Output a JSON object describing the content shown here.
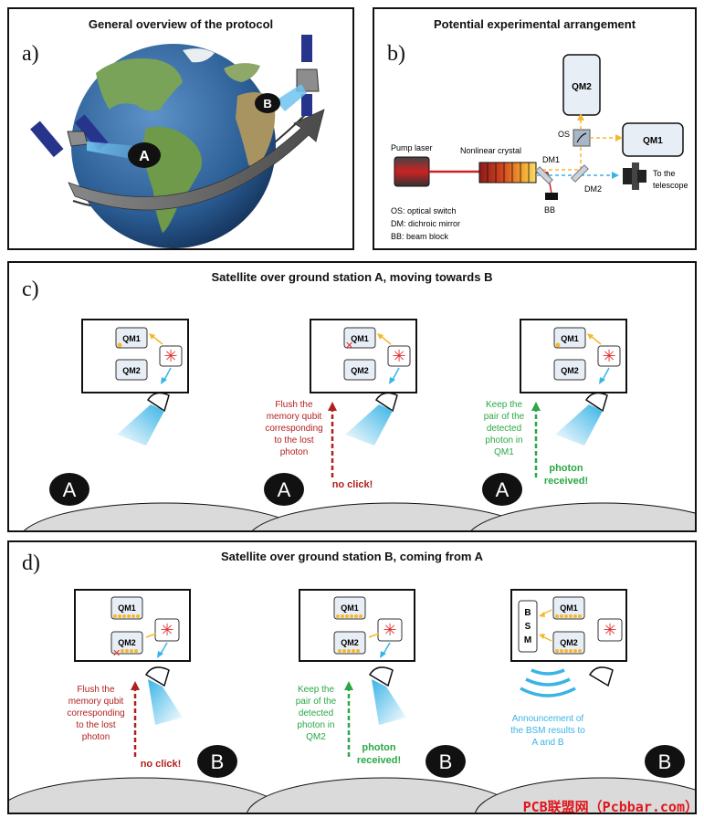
{
  "panel_a": {
    "letter": "a)",
    "title": "General overview of the protocol",
    "station_a": "A",
    "station_b": "B"
  },
  "panel_b": {
    "letter": "b)",
    "title": "Potential experimental arrangement",
    "qm2": "QM2",
    "qm1": "QM1",
    "os": "OS",
    "pump_laser": "Pump laser",
    "crystal": "Nonlinear crystal",
    "dm1": "DM1",
    "dm2": "DM2",
    "bb": "BB",
    "telescope": [
      "To the",
      "telescope"
    ],
    "legend": [
      "OS: optical switch",
      "DM: dichroic mirror",
      "BB: beam block"
    ]
  },
  "panel_c": {
    "letter": "c)",
    "title": "Satellite over ground station A, moving towards B",
    "station": "A",
    "qm1": "QM1",
    "qm2": "QM2",
    "flush_text": [
      "Flush the",
      "memory qubit",
      "corresponding",
      "to the lost",
      "photon"
    ],
    "no_click": "no click!",
    "keep_text": [
      "Keep the",
      "pair of the",
      "detected",
      "photon in",
      "QM1"
    ],
    "photon_received": [
      "photon",
      "received!"
    ]
  },
  "panel_d": {
    "letter": "d)",
    "title": "Satellite over ground station B, coming from A",
    "station": "B",
    "qm1": "QM1",
    "qm2": "QM2",
    "flush_text": [
      "Flush the",
      "memory qubit",
      "corresponding",
      "to the lost",
      "photon"
    ],
    "no_click": "no click!",
    "keep_text": [
      "Keep the",
      "pair of the",
      "detected",
      "photon in",
      "QM2"
    ],
    "photon_received": [
      "photon",
      "received!"
    ],
    "bsm": [
      "B",
      "S",
      "M"
    ],
    "announce": [
      "Announcement of",
      "the BSM results to",
      "A and B"
    ]
  },
  "watermark": "PCB联盟网（Pcbbar.com）",
  "colors": {
    "red": "#b21f1f",
    "green": "#2aa845",
    "yellow": "#f5b82e",
    "blue": "#3ab4e6",
    "laser_red": "#cc2222"
  }
}
